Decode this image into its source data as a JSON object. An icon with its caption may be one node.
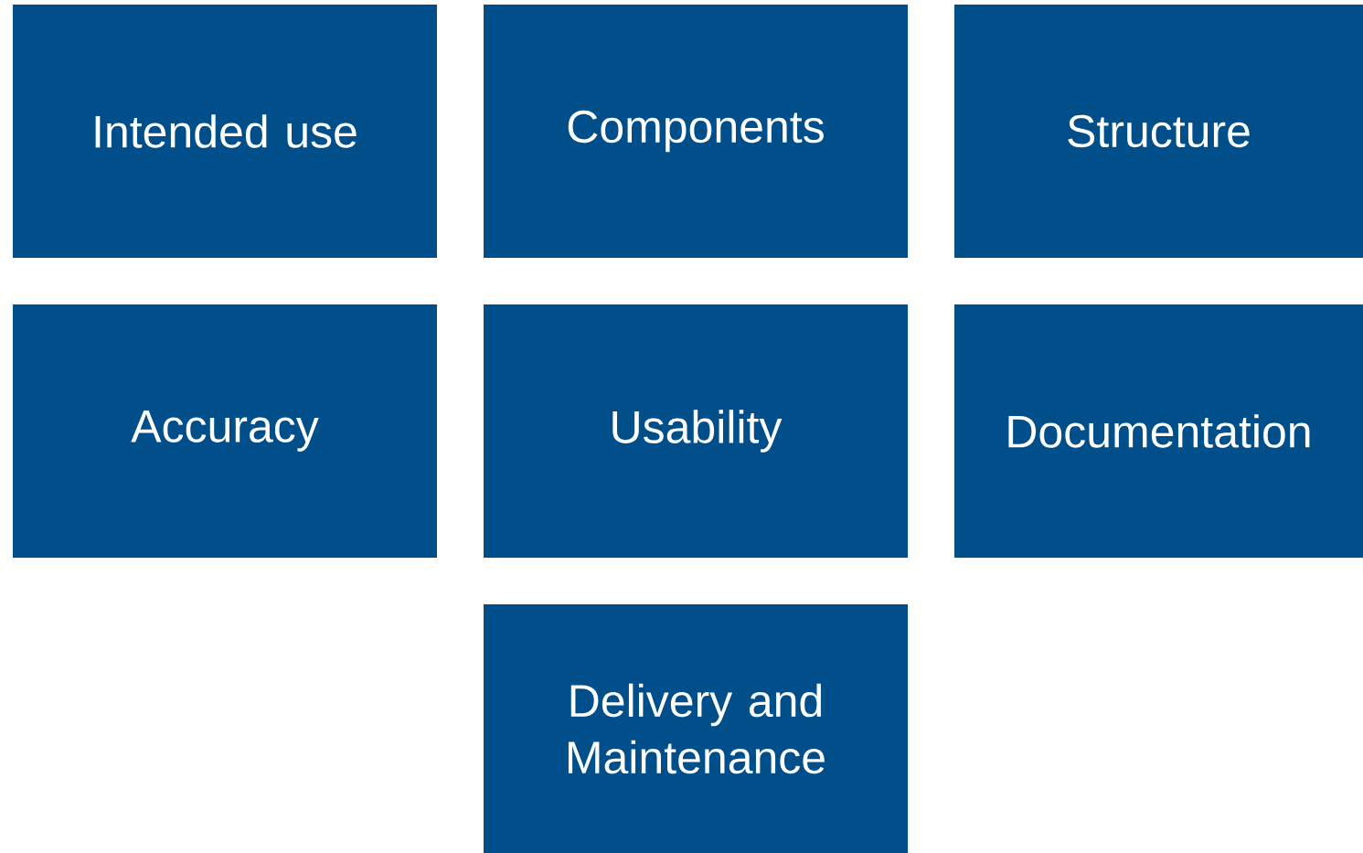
{
  "diagram": {
    "nodes": [
      {
        "text": [
          "Intended use"
        ]
      },
      {
        "text": [
          "Components"
        ]
      },
      {
        "text": [
          "Structure"
        ]
      },
      {
        "text": [
          "Accuracy"
        ]
      },
      {
        "text": [
          "Usability"
        ]
      },
      {
        "text": [
          "Documentation"
        ]
      },
      {
        "text": [
          "Delivery and Maintenance"
        ]
      }
    ]
  }
}
